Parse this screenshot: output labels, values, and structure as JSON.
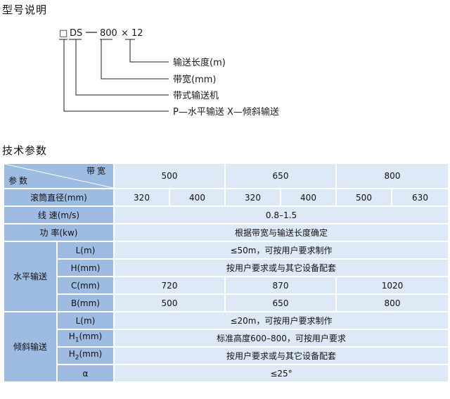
{
  "model_section": {
    "title": "型号说明",
    "code_box": "□",
    "code_part1": "DS",
    "code_part2": "800",
    "code_x": "×",
    "code_part3": "12",
    "labels": [
      "输送长度(m)",
      "带宽(mm)",
      "带式输送机",
      "P—水平输送 X—倾斜输送"
    ]
  },
  "tech_section": {
    "title": "技术参数",
    "corner_top": "带宽",
    "corner_bottom": "参数",
    "belt_widths": [
      "500",
      "650",
      "800"
    ],
    "drum_label": "滚筒直径(mm)",
    "drum_values": [
      "320",
      "400",
      "320",
      "400",
      "500",
      "630"
    ],
    "speed_label": "线 速(m/s)",
    "speed_value": "0.8–1.5",
    "power_label": "功 率(kw)",
    "power_value": "根据带宽与输送长度确定",
    "horizontal": {
      "group": "水平输送",
      "rows": [
        {
          "label": "L(m)",
          "value": "≤50m，可按用户要求制作"
        },
        {
          "label": "H(mm)",
          "value": "按用户要求或与其它设备配套"
        }
      ],
      "c_label": "C(mm)",
      "c_values": [
        "720",
        "870",
        "1020"
      ],
      "b_label": "B(mm)",
      "b_values": [
        "500",
        "650",
        "800"
      ]
    },
    "incline": {
      "group": "倾斜输送",
      "l_label": "L(m)",
      "l_value": "≤20m，可按用户要求制作",
      "h1_label_main": "H",
      "h1_label_sub": "1",
      "h1_label_unit": "(mm)",
      "h1_value": "标准高度600–800，可按用户要求",
      "h2_label_main": "H",
      "h2_label_sub": "2",
      "h2_label_unit": "(mm)",
      "h2_value": "按用户要求或与其它设备配套",
      "a_label": "α",
      "a_value": "≤25°"
    }
  }
}
